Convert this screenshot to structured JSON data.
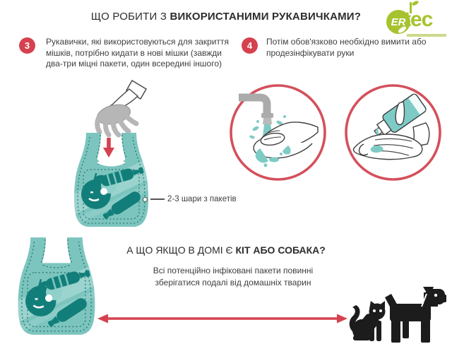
{
  "header": {
    "title_regular": "ЩО РОБИТИ З ",
    "title_bold": "ВИКОРИСТАНИМИ РУКАВИЧКАМИ?",
    "logo": {
      "circle_text": "ER",
      "word": "tec"
    }
  },
  "steps": [
    {
      "number": "3",
      "lines": [
        "Рукавички, які використовуються для закриття",
        "мішків, потрібно кидати в нові мішки (завжди",
        "два-три міцні пакети, один всередині іншого)"
      ]
    },
    {
      "number": "4",
      "lines": [
        "Потім обов'язково необхідно вимити або",
        "продезінфікувати руки"
      ]
    }
  ],
  "bag_label": "2-3 шари з пакетів",
  "section2": {
    "title_regular": "А ЩО ЯКЩО  В ДОМІ Є ",
    "title_bold": "КІТ АБО СОБАКА?",
    "lines": [
      "Всі потенційно інфіковані пакети повинні",
      "зберігатися подалі від домашніх тварин"
    ]
  },
  "colors": {
    "accent_red": "#d6414f",
    "bag_teal": "#7cc5bf",
    "bag_teal_light": "#a7dbd5",
    "icon_teal_dark": "#127e7a",
    "logo_green": "#a6c32f",
    "glove_gray": "#b6b6b6",
    "silhouette_black": "#1c1c1c",
    "text_dark": "#3e3e3e"
  }
}
